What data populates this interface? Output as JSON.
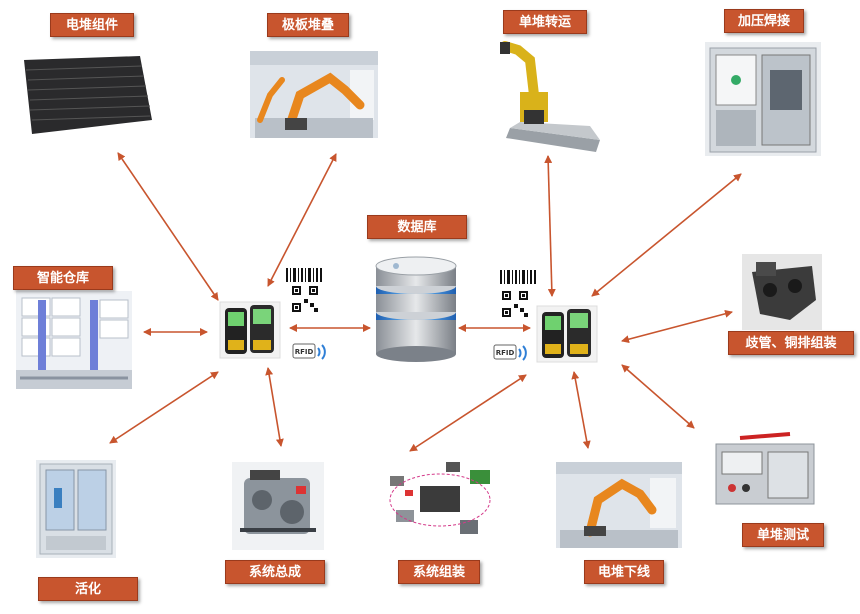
{
  "nodes": {
    "stack_components": "电堆组件",
    "plate_stacking": "极板堆叠",
    "stack_transfer": "单堆转运",
    "press_welding": "加压焊接",
    "smart_warehouse": "智能仓库",
    "database": "数据库",
    "manifold_assembly": "歧管、铜排组装",
    "activation": "活化",
    "system_integration": "系统总成",
    "system_assembly": "系统组装",
    "stack_offline": "电堆下线",
    "stack_testing": "单堆测试"
  },
  "tags": {
    "rfid": "RFID"
  },
  "colors": {
    "label_bg": "#c8552e",
    "arrow": "#c8552e",
    "robot_orange": "#e8871e",
    "db_blue": "#2f7fd6"
  }
}
